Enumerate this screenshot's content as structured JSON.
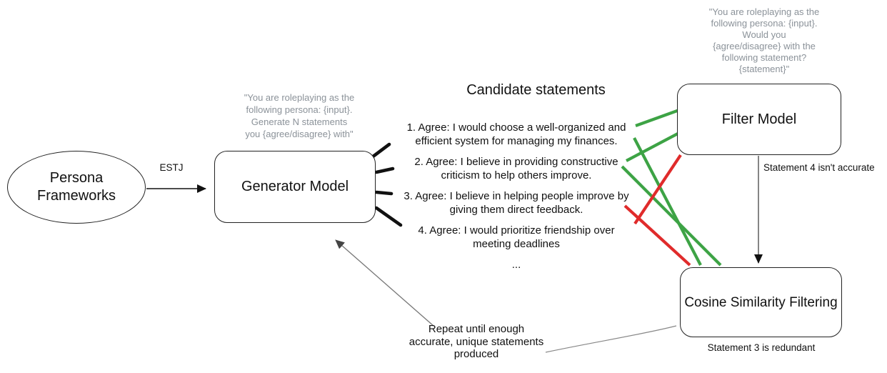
{
  "colors": {
    "pass_green": "#3da345",
    "fail_red": "#e02b2b",
    "muted_gray": "#8b9299",
    "box_border": "#222222"
  },
  "nodes": {
    "persona_frameworks": {
      "label_lines": [
        "Persona",
        "Frameworks"
      ]
    },
    "generator": {
      "label": "Generator Model",
      "prompt_lines": [
        "\"You are roleplaying as the",
        "following persona: {input}.",
        "Generate N statements",
        "you {agree/disagree} with\""
      ]
    },
    "filter": {
      "label": "Filter Model",
      "prompt_lines": [
        "\"You are roleplaying as the",
        "following persona: {input}.",
        "Would you",
        "{agree/disagree} with the",
        "following statement?",
        "{statement}\""
      ],
      "note": "Statement 4 isn't accurate"
    },
    "cosine": {
      "label": "Cosine Similarity Filtering",
      "note": "Statement 3 is redundant"
    }
  },
  "edges": {
    "estj_label": "ESTJ",
    "repeat_note_lines": [
      "Repeat until enough",
      "accurate, unique statements",
      "produced"
    ]
  },
  "candidates": {
    "title": "Candidate statements",
    "statements": [
      [
        "1. Agree: I would choose a well-organized and",
        "efficient system for managing my finances."
      ],
      [
        "2. Agree: I believe in providing constructive",
        "criticism to help others improve."
      ],
      [
        "3. Agree: I believe in helping people improve by",
        "giving them direct feedback."
      ],
      [
        "4. Agree: I would prioritize friendship over",
        "meeting deadlines"
      ]
    ],
    "ellipsis": "..."
  }
}
